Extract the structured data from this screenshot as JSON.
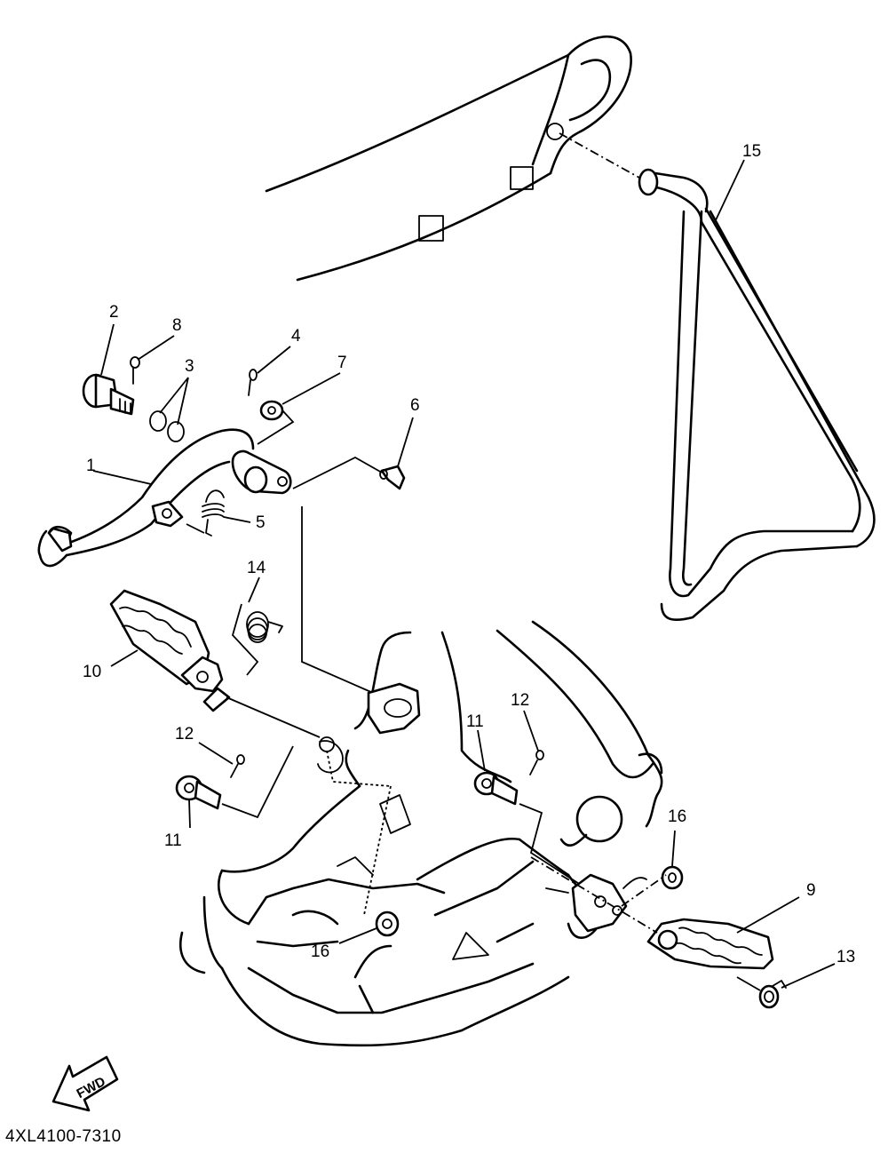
{
  "diagram": {
    "part_code": "4XL4100-7310",
    "direction_label": "FWD",
    "callouts": {
      "c1": "1",
      "c2": "2",
      "c3": "3",
      "c4": "4",
      "c5": "5",
      "c6": "6",
      "c7": "7",
      "c8": "8",
      "c9": "9",
      "c10": "10",
      "c11a": "11",
      "c11b": "11",
      "c12a": "12",
      "c12b": "12",
      "c13": "13",
      "c14": "14",
      "c15": "15",
      "c16a": "16",
      "c16b": "16"
    }
  }
}
